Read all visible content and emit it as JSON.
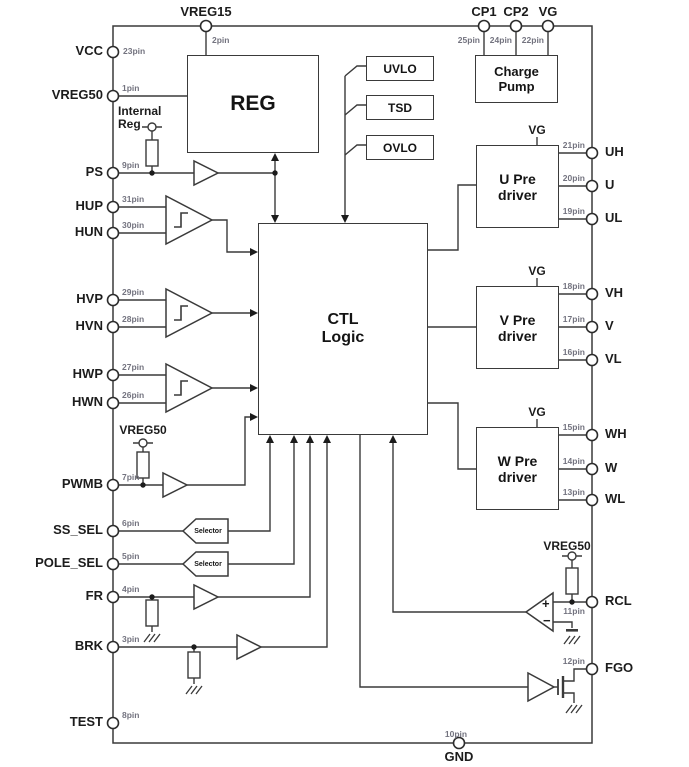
{
  "diagram_type": "motor-driver IC functional block diagram",
  "colors": {
    "background": "#ffffff",
    "line": "#3a3a3a",
    "text": "#1c1c1c",
    "pin_number": "#73737f"
  },
  "pins": {
    "left": [
      {
        "name": "VCC",
        "num": "23pin"
      },
      {
        "name": "VREG50",
        "num": "1pin"
      },
      {
        "name": "PS",
        "num": "9pin"
      },
      {
        "name": "HUP",
        "num": "31pin"
      },
      {
        "name": "HUN",
        "num": "30pin"
      },
      {
        "name": "HVP",
        "num": "29pin"
      },
      {
        "name": "HVN",
        "num": "28pin"
      },
      {
        "name": "HWP",
        "num": "27pin"
      },
      {
        "name": "HWN",
        "num": "26pin"
      },
      {
        "name": "PWMB",
        "num": "7pin"
      },
      {
        "name": "SS_SEL",
        "num": "6pin"
      },
      {
        "name": "POLE_SEL",
        "num": "5pin"
      },
      {
        "name": "FR",
        "num": "4pin"
      },
      {
        "name": "BRK",
        "num": "3pin"
      },
      {
        "name": "TEST",
        "num": "8pin"
      }
    ],
    "top": [
      {
        "name": "VREG15",
        "num": "2pin"
      },
      {
        "name": "CP1",
        "num": "25pin"
      },
      {
        "name": "CP2",
        "num": "24pin"
      },
      {
        "name": "VG",
        "num": "22pin"
      }
    ],
    "right": [
      {
        "name": "UH",
        "num": "21pin"
      },
      {
        "name": "U",
        "num": "20pin"
      },
      {
        "name": "UL",
        "num": "19pin"
      },
      {
        "name": "VH",
        "num": "18pin"
      },
      {
        "name": "V",
        "num": "17pin"
      },
      {
        "name": "VL",
        "num": "16pin"
      },
      {
        "name": "WH",
        "num": "15pin"
      },
      {
        "name": "W",
        "num": "14pin"
      },
      {
        "name": "WL",
        "num": "13pin"
      },
      {
        "name": "RCL",
        "num": "11pin"
      },
      {
        "name": "FGO",
        "num": "12pin"
      }
    ],
    "bottom": [
      {
        "name": "GND",
        "num": "10pin"
      }
    ]
  },
  "blocks": {
    "reg": "REG",
    "charge_pump": "Charge Pump",
    "uvlo": "UVLO",
    "tsd": "TSD",
    "ovlo": "OVLO",
    "ctl": "CTL Logic",
    "u_pre": "U Pre driver",
    "v_pre": "V Pre driver",
    "w_pre": "W Pre driver",
    "selector": "Selector"
  },
  "labels": {
    "internal_reg": "Internal Reg",
    "vreg50": "VREG50",
    "vg": "VG",
    "plus": "+",
    "minus": "−"
  }
}
